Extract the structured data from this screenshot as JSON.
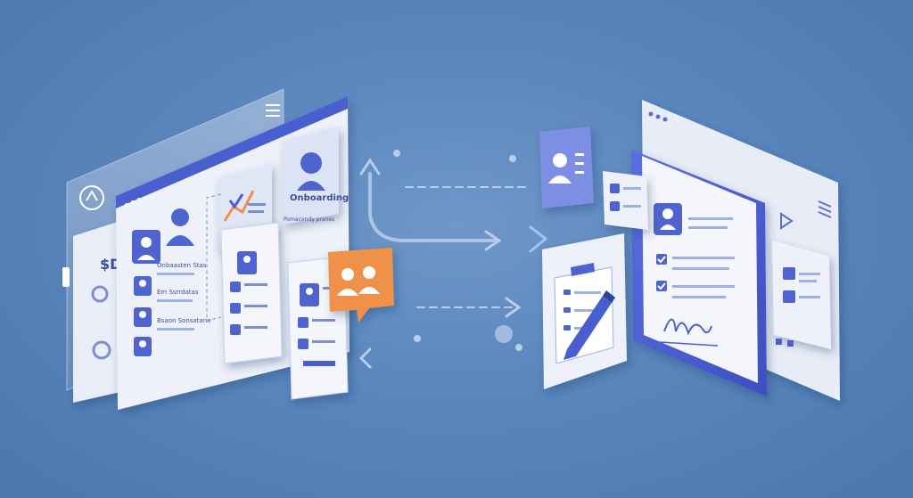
{
  "left_panel": {
    "onboarding_label": "Onboarding",
    "dollar_badge": "$D",
    "rows": [
      "Onbaasten Stas",
      "Em Ssrrdatas",
      "Bsaon Sonsatano"
    ],
    "caption": "Pomacendy pranes"
  },
  "colors": {
    "background": "#5a85bd",
    "panel": "#eef1f9",
    "accent": "#4a5fd0",
    "orange": "#f0914a",
    "avatar": "#4f64cf"
  },
  "icons": {
    "chat_bubble": "people-chat-icon",
    "person_card": "contact-card-icon",
    "clipboard": "clipboard-pen-icon",
    "signature": "signature-icon"
  }
}
